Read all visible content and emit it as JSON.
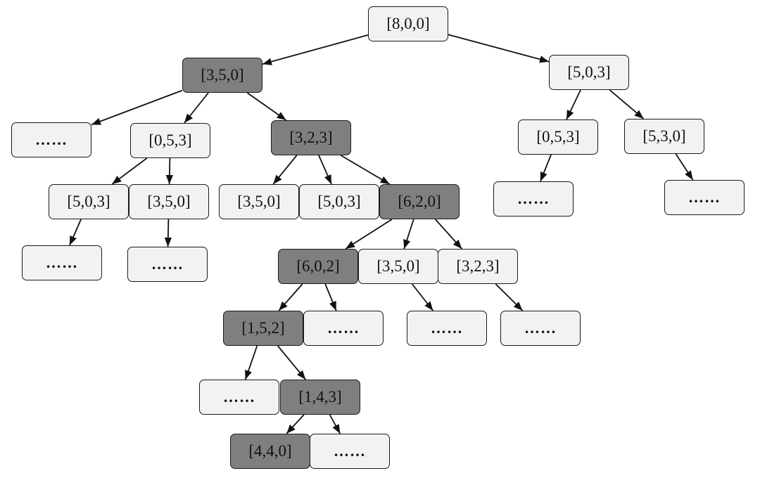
{
  "diagram": {
    "type": "search-tree",
    "colors": {
      "path_fill": "#7f7f7f",
      "node_fill": "#f2f2f2",
      "border": "#1a1a1a",
      "edge": "#111111"
    },
    "nodes": [
      {
        "id": "n_root",
        "label": "[8,0,0]",
        "on_path": false
      },
      {
        "id": "n_350_top",
        "label": "[3,5,0]",
        "on_path": true
      },
      {
        "id": "n_503_top",
        "label": "[5,0,3]",
        "on_path": false
      },
      {
        "id": "n_ell_1",
        "label": "……",
        "on_path": false
      },
      {
        "id": "n_053_left",
        "label": "[0,5,3]",
        "on_path": false
      },
      {
        "id": "n_323_mid",
        "label": "[3,2,3]",
        "on_path": true
      },
      {
        "id": "n_053_right",
        "label": "[0,5,3]",
        "on_path": false
      },
      {
        "id": "n_530",
        "label": "[5,3,0]",
        "on_path": false
      },
      {
        "id": "n_503_l3",
        "label": "[5,0,3]",
        "on_path": false
      },
      {
        "id": "n_350_l3",
        "label": "[3,5,0]",
        "on_path": false
      },
      {
        "id": "n_350_l3b",
        "label": "[3,5,0]",
        "on_path": false
      },
      {
        "id": "n_503_l3b",
        "label": "[5,0,3]",
        "on_path": false
      },
      {
        "id": "n_620",
        "label": "[6,2,0]",
        "on_path": true
      },
      {
        "id": "n_ell_2",
        "label": "……",
        "on_path": false
      },
      {
        "id": "n_ell_3",
        "label": "……",
        "on_path": false
      },
      {
        "id": "n_ell_4",
        "label": "……",
        "on_path": false
      },
      {
        "id": "n_ell_5",
        "label": "……",
        "on_path": false
      },
      {
        "id": "n_602",
        "label": "[6,0,2]",
        "on_path": true
      },
      {
        "id": "n_350_l5",
        "label": "[3,5,0]",
        "on_path": false
      },
      {
        "id": "n_323_l5",
        "label": "[3,2,3]",
        "on_path": false
      },
      {
        "id": "n_152",
        "label": "[1,5,2]",
        "on_path": true
      },
      {
        "id": "n_ell_6",
        "label": "……",
        "on_path": false
      },
      {
        "id": "n_ell_7",
        "label": "……",
        "on_path": false
      },
      {
        "id": "n_ell_8",
        "label": "……",
        "on_path": false
      },
      {
        "id": "n_ell_9",
        "label": "……",
        "on_path": false
      },
      {
        "id": "n_143",
        "label": "[1,4,3]",
        "on_path": true
      },
      {
        "id": "n_440",
        "label": "[4,4,0]",
        "on_path": true
      },
      {
        "id": "n_ell_10",
        "label": "……",
        "on_path": false
      }
    ],
    "edges": [
      [
        "n_root",
        "n_350_top"
      ],
      [
        "n_root",
        "n_503_top"
      ],
      [
        "n_350_top",
        "n_ell_1"
      ],
      [
        "n_350_top",
        "n_053_left"
      ],
      [
        "n_350_top",
        "n_323_mid"
      ],
      [
        "n_503_top",
        "n_053_right"
      ],
      [
        "n_503_top",
        "n_530"
      ],
      [
        "n_053_left",
        "n_503_l3"
      ],
      [
        "n_053_left",
        "n_350_l3"
      ],
      [
        "n_323_mid",
        "n_350_l3b"
      ],
      [
        "n_323_mid",
        "n_503_l3b"
      ],
      [
        "n_323_mid",
        "n_620"
      ],
      [
        "n_053_right",
        "n_ell_2"
      ],
      [
        "n_530",
        "n_ell_3"
      ],
      [
        "n_503_l3",
        "n_ell_4"
      ],
      [
        "n_350_l3",
        "n_ell_5"
      ],
      [
        "n_620",
        "n_602"
      ],
      [
        "n_620",
        "n_350_l5"
      ],
      [
        "n_620",
        "n_323_l5"
      ],
      [
        "n_602",
        "n_152"
      ],
      [
        "n_602",
        "n_ell_6"
      ],
      [
        "n_350_l5",
        "n_ell_7"
      ],
      [
        "n_323_l5",
        "n_ell_8"
      ],
      [
        "n_152",
        "n_ell_9"
      ],
      [
        "n_152",
        "n_143"
      ],
      [
        "n_143",
        "n_440"
      ],
      [
        "n_143",
        "n_ell_10"
      ]
    ]
  }
}
